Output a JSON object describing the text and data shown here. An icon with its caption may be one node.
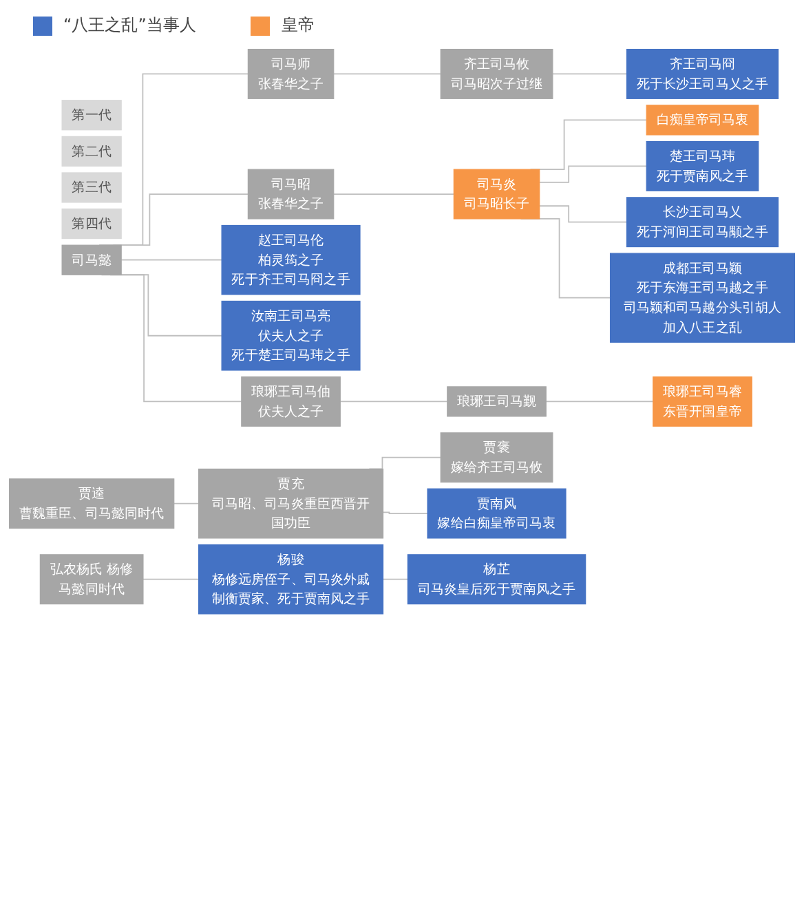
{
  "diagram": {
    "nodes": [
      {
        "text": [
          "第一代"
        ]
      },
      {
        "text": [
          "第二代"
        ]
      },
      {
        "text": [
          "第三代"
        ]
      },
      {
        "text": [
          "第四代"
        ]
      },
      {
        "text": [
          "司马懿"
        ]
      },
      {
        "text": [
          "司马师",
          "张春华之子"
        ]
      },
      {
        "text": [
          "齐王司马攸",
          "司马昭次子过继"
        ]
      },
      {
        "text": [
          "齐王司马冏",
          "死于长沙王司马乂之手"
        ]
      },
      {
        "text": [
          "白痴皇帝司马衷"
        ]
      },
      {
        "text": [
          "楚王司马玮",
          "死于贾南风之手"
        ]
      },
      {
        "text": [
          "司马昭",
          "张春华之子"
        ]
      },
      {
        "text": [
          "司马炎",
          "司马昭长子"
        ]
      },
      {
        "text": [
          "长沙王司马乂",
          "死于河间王司马颙之手"
        ]
      },
      {
        "text": [
          "赵王司马伦",
          "柏灵筠之子",
          "死于齐王司马冏之手"
        ]
      },
      {
        "text": [
          "成都王司马颖",
          "死于东海王司马越之手",
          "司马颖和司马越分头引胡人加入八王之乱"
        ]
      },
      {
        "text": [
          "汝南王司马亮",
          "伏夫人之子",
          "死于楚王司马玮之手"
        ]
      },
      {
        "text": [
          "琅琊王司马伷",
          "伏夫人之子"
        ]
      },
      {
        "text": [
          "琅琊王司马觐"
        ]
      },
      {
        "text": [
          "琅琊王司马睿",
          "东晋开国皇帝"
        ]
      },
      {
        "text": [
          "贾逵",
          "曹魏重臣、司马懿同时代"
        ]
      },
      {
        "text": [
          "贾充",
          "司马昭、司马炎重臣西晋开国功臣"
        ]
      },
      {
        "text": [
          "贾褒",
          "嫁给齐王司马攸"
        ]
      },
      {
        "text": [
          "贾南风",
          "嫁给白痴皇帝司马衷"
        ]
      },
      {
        "text": [
          "弘农杨氏 杨修",
          "马懿同时代"
        ]
      },
      {
        "text": [
          "杨骏",
          "杨修远房侄子、司马炎外戚制衡贾家、死于贾南风之手"
        ]
      },
      {
        "text": [
          "杨芷",
          "司马炎皇后死于贾南风之手"
        ]
      }
    ],
    "edges": [
      {
        "from": 4,
        "to": 5,
        "arrow": "none"
      },
      {
        "from": 4,
        "to": 10,
        "arrow": "none"
      },
      {
        "from": 4,
        "to": 13,
        "arrow": "none"
      },
      {
        "from": 4,
        "to": 15,
        "arrow": "none"
      },
      {
        "from": 4,
        "to": 16,
        "arrow": "none"
      },
      {
        "from": 5,
        "to": 6,
        "arrow": "none"
      },
      {
        "from": 6,
        "to": 7,
        "arrow": "none"
      },
      {
        "from": 10,
        "to": 11,
        "arrow": "none"
      },
      {
        "from": 11,
        "to": 8,
        "arrow": "none"
      },
      {
        "from": 11,
        "to": 9,
        "arrow": "none"
      },
      {
        "from": 11,
        "to": 12,
        "arrow": "none"
      },
      {
        "from": 11,
        "to": 14,
        "arrow": "none"
      },
      {
        "from": 16,
        "to": 17,
        "arrow": "none"
      },
      {
        "from": 17,
        "to": 18,
        "arrow": "none"
      },
      {
        "from": 19,
        "to": 20,
        "arrow": "none"
      },
      {
        "from": 20,
        "to": 21,
        "arrow": "none"
      },
      {
        "from": 20,
        "to": 22,
        "arrow": "none"
      },
      {
        "from": 23,
        "to": 24,
        "arrow": "none"
      },
      {
        "from": 24,
        "to": 25,
        "arrow": "none"
      }
    ],
    "legend": [
      {
        "text": "“八王之乱”当事人",
        "color": "#4472c4"
      },
      {
        "text": "皇帝",
        "color": "#f79646"
      }
    ]
  }
}
